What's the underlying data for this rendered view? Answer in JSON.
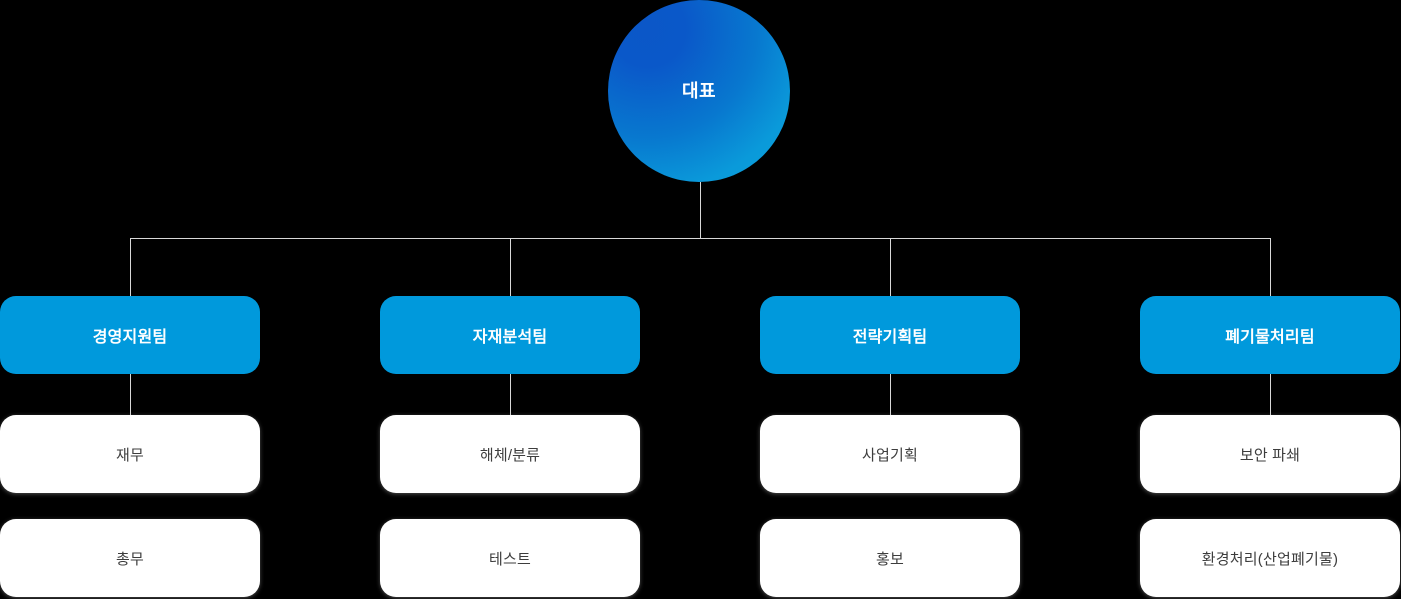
{
  "chart_data": {
    "type": "diagram",
    "diagram_type": "organization-chart",
    "title": "",
    "background_color": "#000000",
    "root": {
      "label": "대표",
      "shape": "circle",
      "text_color": "#ffffff",
      "fill_gradient_from": "#0a58c9",
      "fill_gradient_to": "#0ba1de"
    },
    "connector_color": "#d8d8d8",
    "team_fill_color": "#0099dc",
    "team_text_color": "#ffffff",
    "sub_fill_color": "#ffffff",
    "sub_text_color": "#3d3d3d",
    "columns": [
      {
        "team": "경영지원팀",
        "children": [
          "재무",
          "총무"
        ]
      },
      {
        "team": "자재분석팀",
        "children": [
          "해체/분류",
          "테스트"
        ]
      },
      {
        "team": "전략기획팀",
        "children": [
          "사업기획",
          "홍보"
        ]
      },
      {
        "team": "폐기물처리팀",
        "children": [
          "보안 파쇄",
          "환경처리(산업폐기물)"
        ]
      }
    ]
  },
  "chart": {
    "root_label": "대표",
    "columns": [
      {
        "team_label": "경영지원팀",
        "sub_1_label": "재무",
        "sub_2_label": "총무"
      },
      {
        "team_label": "자재분석팀",
        "sub_1_label": "해체/분류",
        "sub_2_label": "테스트"
      },
      {
        "team_label": "전략기획팀",
        "sub_1_label": "사업기획",
        "sub_2_label": "홍보"
      },
      {
        "team_label": "폐기물처리팀",
        "sub_1_label": "보안 파쇄",
        "sub_2_label": "환경처리(산업폐기물)"
      }
    ]
  }
}
